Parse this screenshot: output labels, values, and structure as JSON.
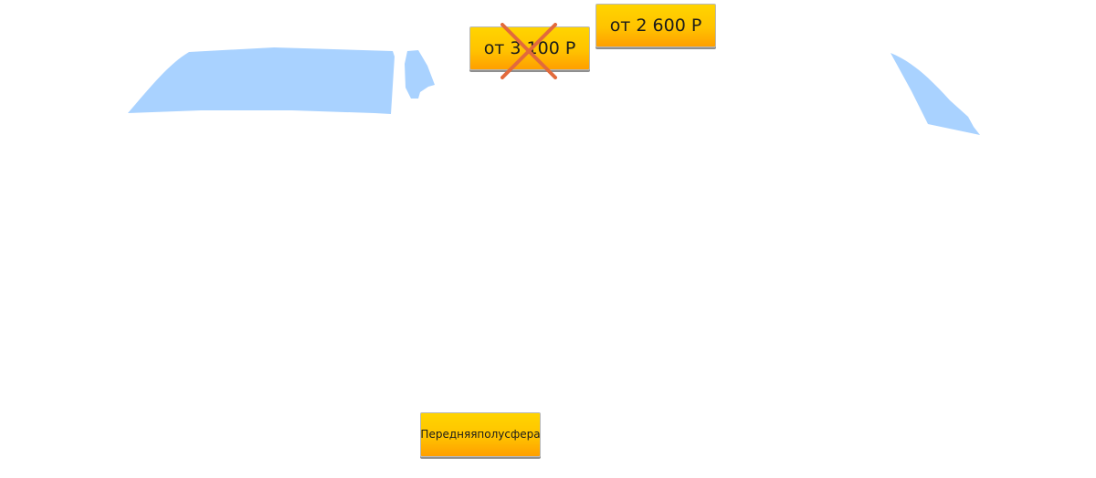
{
  "prices": {
    "old": "от 3 100 Р",
    "current": "от 2 600 Р"
  },
  "zone": {
    "label_line1": "Передняя",
    "label_line2": "полусфера"
  },
  "colors": {
    "glass": "#a9d2ff",
    "badge_top": "#ffd400",
    "badge_bottom": "#ff9f00",
    "strike": "#e26a3c"
  }
}
